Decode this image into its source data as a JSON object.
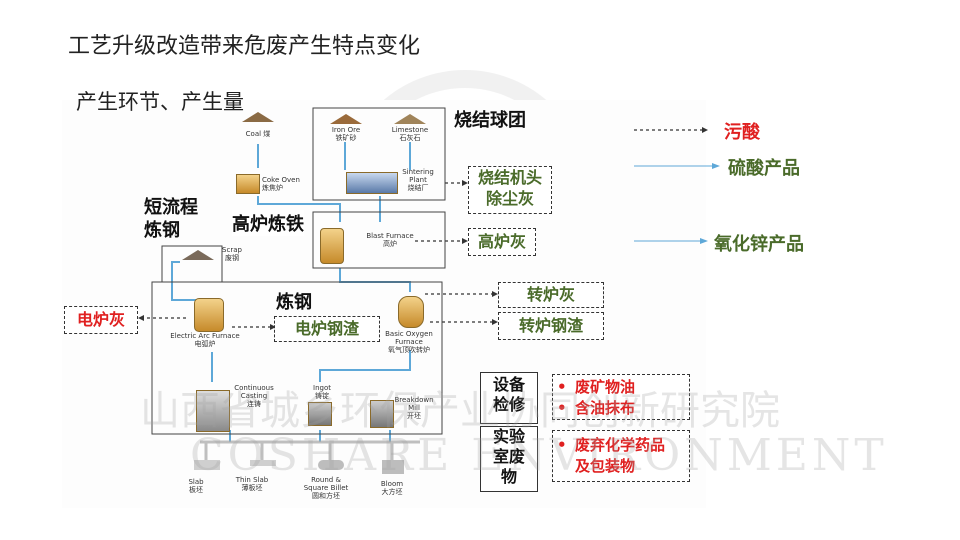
{
  "title": "工艺升级改造带来危废产生特点变化",
  "subtitle": "产生环节、产生量",
  "watermark": {
    "line1": "山西省城乡环保产业协同创新研究院",
    "line2": "COSHARE ENVIRONMENT"
  },
  "diagram": {
    "stage_sinter": "烧结球团",
    "stage_short_process": "短流程\n炼钢",
    "stage_blast_furnace": "高炉炼铁",
    "stage_steelmaking": "炼钢",
    "inputs": {
      "coal": "Coal 煤",
      "iron_ore": "Iron Ore\n铁矿砂",
      "limestone": "Limestone\n石灰石",
      "coke_oven": "Coke Oven\n炼焦炉",
      "sinter_plant": "Sintering\nPlant\n烧结厂",
      "blast_furnace": "Blast Furnace\n高炉",
      "scrap": "Scrap\n废钢",
      "eaf": "Electric Arc Furnace\n电弧炉",
      "bof": "Basic Oxygen\nFurnace\n氧气顶吹转炉",
      "continuous_casting": "Continuous\nCasting\n连铸",
      "ingot": "Ingot\n铸锭",
      "breakdown_mill": "Breakdown\nMill\n开坯",
      "slab": "Slab\n板坯",
      "thin_slab": "Thin Slab\n薄板坯",
      "round_square": "Round &\nSquare Billet\n圆和方坯",
      "bloom": "Bloom\n大方坯"
    },
    "waste_sinter_dust": "烧结机头\n除尘灰",
    "waste_bf_dust": "高炉灰",
    "waste_converter_dust": "转炉灰",
    "waste_eaf_slag": "电炉钢渣",
    "waste_converter_slag": "转炉钢渣",
    "waste_eaf_dust": "电炉灰"
  },
  "equipment_box": "设备\n检修",
  "lab_box": "实验\n室废\n物",
  "equipment_items": [
    "废矿物油",
    "含油抹布"
  ],
  "lab_items": [
    "废弃化学药品\n及包装物"
  ],
  "legend": {
    "waste_acid": "污酸",
    "sulfuric_product": "硫酸产品",
    "zinc_oxide_product": "氧化锌产品"
  },
  "colors": {
    "green": "#4a6b2a",
    "red": "#e02020",
    "flow": "#5ea8d8"
  }
}
